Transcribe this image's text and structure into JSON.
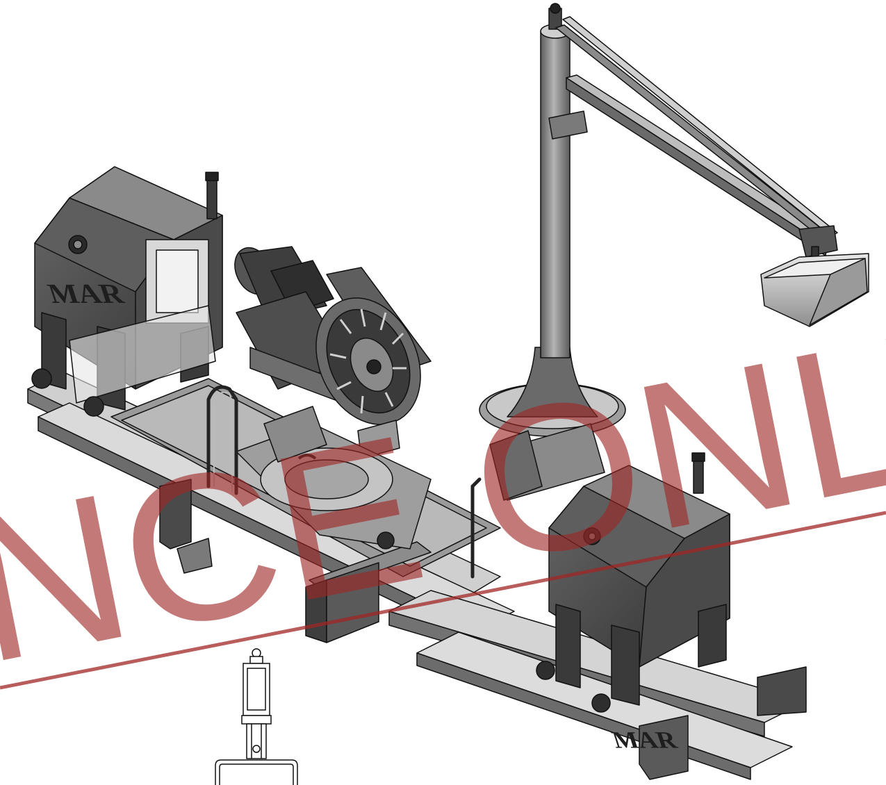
{
  "machine": {
    "brand_left": "MAR",
    "brand_right": "MAR"
  },
  "watermark": {
    "text": "NCE ONLY",
    "color": "#a02626"
  },
  "colors": {
    "body_dark": "#3c3c3c",
    "body_mid": "#6e6e6e",
    "body_light": "#a8a8a8",
    "rail_light": "#d6d6d6",
    "outline": "#111111"
  }
}
